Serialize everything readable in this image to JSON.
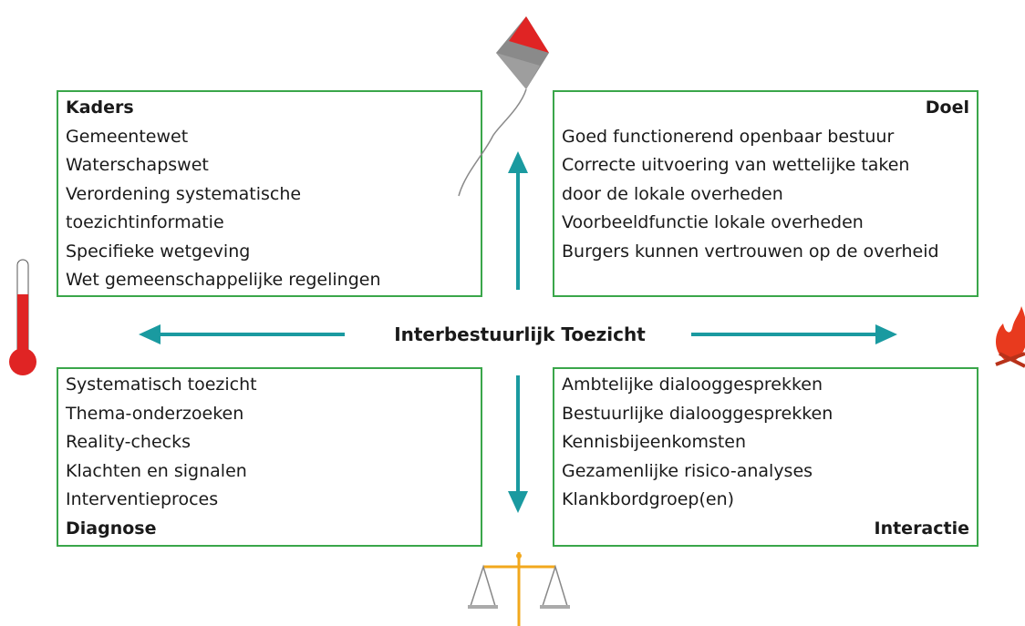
{
  "center_title": "Interbestuurlijk Toezicht",
  "kaders": {
    "title": "Kaders",
    "items": [
      "Gemeentewet",
      "Waterschapswet",
      "Verordening systematische",
      "toezichtinformatie",
      "Specifieke wetgeving",
      "Wet gemeenschappelijke regelingen"
    ]
  },
  "doel": {
    "title": "Doel",
    "items": [
      "Goed functionerend openbaar bestuur",
      "Correcte uitvoering van wettelijke taken",
      "door de lokale overheden",
      "Voorbeeldfunctie lokale overheden",
      "Burgers kunnen vertrouwen op de overheid"
    ]
  },
  "diagnose": {
    "title": "Diagnose",
    "items": [
      "Systematisch toezicht",
      "Thema-onderzoeken",
      "Reality-checks",
      "Klachten en signalen",
      "Interventieproces"
    ]
  },
  "interactie": {
    "title": "Interactie",
    "items": [
      "Ambtelijke dialooggesprekken",
      "Bestuurlijke dialooggesprekken",
      "Kennisbijeenkomsten",
      "Gezamenlijke risico-analyses",
      "Klankbordgroep(en)"
    ]
  },
  "colors": {
    "box_border": "#3aa64a",
    "arrow": "#1a9aa0",
    "thermometer": "#e02424",
    "fire": "#e83a1e",
    "scale": "#f2a81d",
    "kite_red": "#e02424",
    "kite_grey": "#8a8a8a"
  },
  "icons": [
    "kite-icon",
    "thermometer-icon",
    "fire-icon",
    "scale-icon"
  ]
}
